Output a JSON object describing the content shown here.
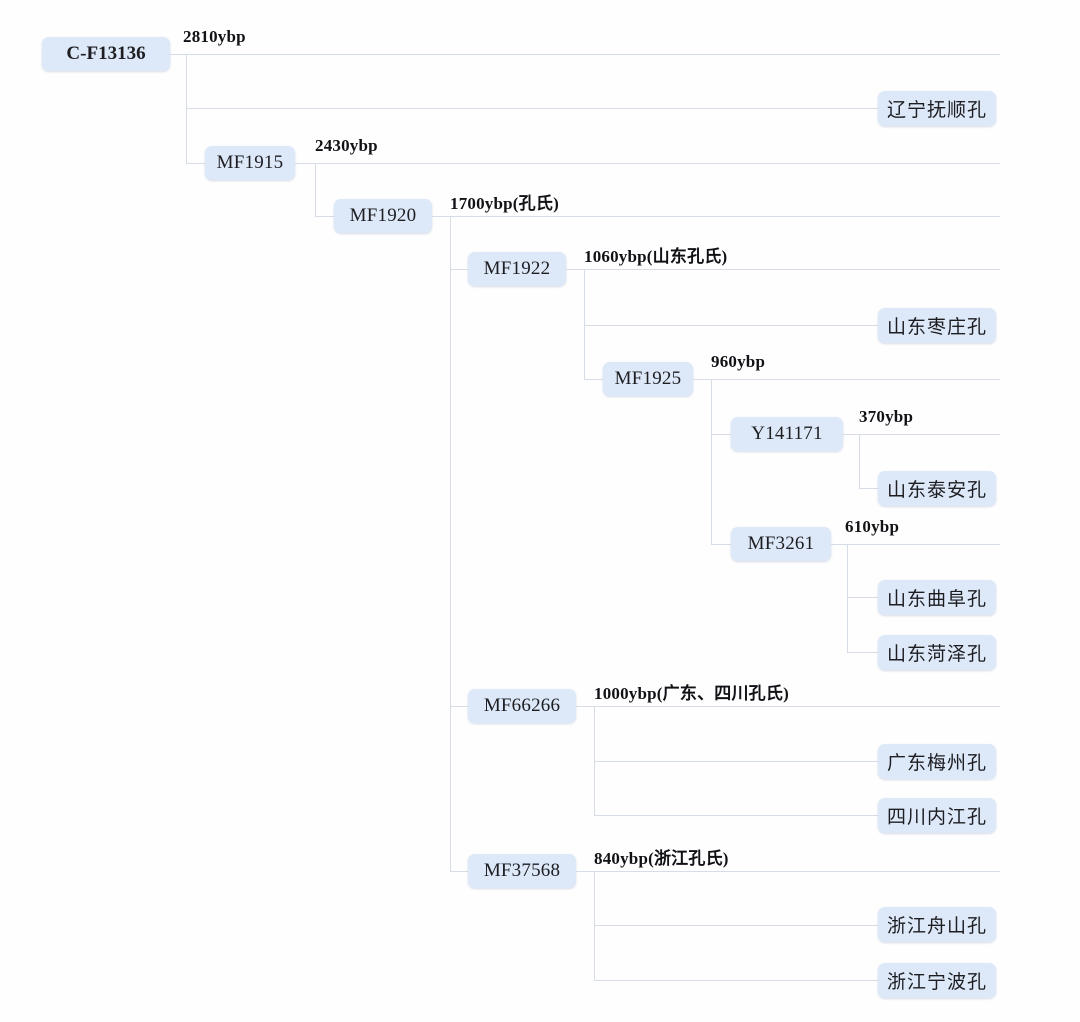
{
  "diagram": {
    "type": "phylogenetic-tree",
    "orientation": "left-to-right",
    "colors": {
      "node_fill": "#dde9f8",
      "line": "#d7dde6",
      "text": "#1d1d22",
      "background": "#fefeff"
    }
  },
  "nodes": {
    "root": "C-F13136",
    "mf1915": "MF1915",
    "mf1920": "MF1920",
    "mf1922": "MF1922",
    "mf1925": "MF1925",
    "y141171": "Y141171",
    "mf3261": "MF3261",
    "mf66266": "MF66266",
    "mf37568": "MF37568"
  },
  "leaves": {
    "liaoning_fushun": "辽宁抚顺孔",
    "shandong_zaozhuang": "山东枣庄孔",
    "shandong_taian": "山东泰安孔",
    "shandong_qufu": "山东曲阜孔",
    "shandong_heze": "山东菏泽孔",
    "guangdong_meizhou": "广东梅州孔",
    "sichuan_neijiang": "四川内江孔",
    "zhejiang_zhoushan": "浙江舟山孔",
    "zhejiang_ningbo": "浙江宁波孔"
  },
  "branch_labels": {
    "root": "2810ybp",
    "mf1915": "2430ybp",
    "mf1920": "1700ybp(孔氏)",
    "mf1922": "1060ybp(山东孔氏)",
    "mf1925": "960ybp",
    "y141171": "370ybp",
    "mf3261": "610ybp",
    "mf66266": "1000ybp(广东、四川孔氏)",
    "mf37568": "840ybp(浙江孔氏)"
  },
  "chart_data": {
    "type": "tree",
    "title": "",
    "tree": [
      {
        "id": "C-F13136",
        "age_label": "2810ybp",
        "children": [
          {
            "id": "辽宁抚顺孔",
            "kind": "leaf"
          },
          {
            "id": "MF1915",
            "age_label": "2430ybp",
            "children": [
              {
                "id": "MF1920",
                "age_label": "1700ybp(孔氏)",
                "children": [
                  {
                    "id": "MF1922",
                    "age_label": "1060ybp(山东孔氏)",
                    "children": [
                      {
                        "id": "山东枣庄孔",
                        "kind": "leaf"
                      },
                      {
                        "id": "MF1925",
                        "age_label": "960ybp",
                        "children": [
                          {
                            "id": "Y141171",
                            "age_label": "370ybp",
                            "children": [
                              {
                                "id": "山东泰安孔",
                                "kind": "leaf"
                              }
                            ]
                          },
                          {
                            "id": "MF3261",
                            "age_label": "610ybp",
                            "children": [
                              {
                                "id": "山东曲阜孔",
                                "kind": "leaf"
                              },
                              {
                                "id": "山东菏泽孔",
                                "kind": "leaf"
                              }
                            ]
                          }
                        ]
                      }
                    ]
                  },
                  {
                    "id": "MF66266",
                    "age_label": "1000ybp(广东、四川孔氏)",
                    "children": [
                      {
                        "id": "广东梅州孔",
                        "kind": "leaf"
                      },
                      {
                        "id": "四川内江孔",
                        "kind": "leaf"
                      }
                    ]
                  },
                  {
                    "id": "MF37568",
                    "age_label": "840ybp(浙江孔氏)",
                    "children": [
                      {
                        "id": "浙江舟山孔",
                        "kind": "leaf"
                      },
                      {
                        "id": "浙江宁波孔",
                        "kind": "leaf"
                      }
                    ]
                  }
                ]
              }
            ]
          }
        ]
      }
    ]
  }
}
